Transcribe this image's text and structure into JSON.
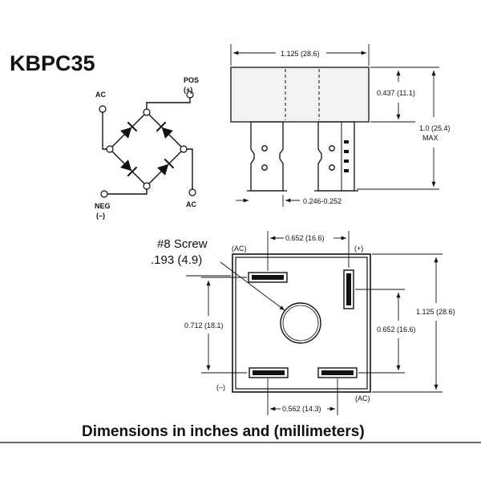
{
  "part_number": "KBPC35",
  "caption": "Dimensions in inches and (millimeters)",
  "schematic": {
    "pos_label": "POS",
    "pos_sign": "(+)",
    "ac_top_label": "AC",
    "neg_label": "NEG",
    "neg_sign": "(–)",
    "ac_bottom_label": "AC"
  },
  "side_view": {
    "width_dim": "1.125 (28.6)",
    "body_height_dim": "0.437 (11.1)",
    "total_height_dim": "1.0 (25.4)",
    "total_height_note": "MAX",
    "terminal_width_dim": "0.246-0.252"
  },
  "top_view": {
    "screw_label": "#8 Screw",
    "screw_dim": ".193 (4.9)",
    "ac_top_label": "(AC)",
    "plus_label": "(+)",
    "minus_label": "(–)",
    "ac_bottom_label": "(AC)",
    "top_spacing_dim": "0.652 (16.6)",
    "left_spacing_dim": "0.712 (18.1)",
    "right_spacing_dim": "0.652 (16.6)",
    "body_size_dim": "1.125 (28.6)",
    "bottom_spacing_dim": "0.562 (14.3)"
  }
}
